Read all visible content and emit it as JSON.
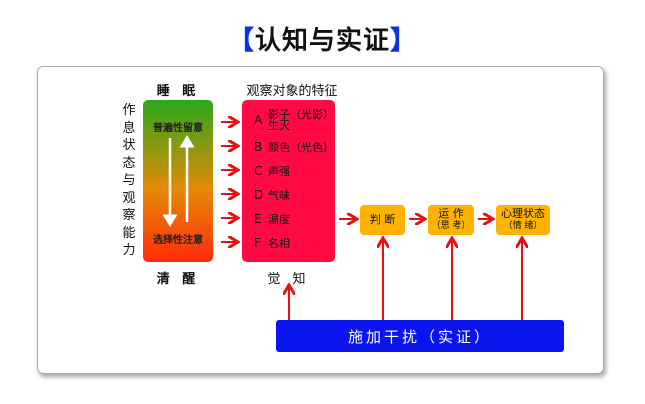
{
  "title": {
    "open": "【",
    "text": "认知与实证",
    "close": "】"
  },
  "left": {
    "top_label": "睡 眠",
    "bottom_label": "清 醒",
    "vertical_label": "作息状态与观察能力",
    "top_text": "普遍性留意",
    "bottom_text": "选择性注意"
  },
  "features": {
    "title": "观察对象的特征",
    "bottom_label": "觉 知",
    "items": [
      {
        "key": "A",
        "text": "影子（光影）生灭"
      },
      {
        "key": "B",
        "text": "颜色（光色）"
      },
      {
        "key": "C",
        "text": "声强"
      },
      {
        "key": "D",
        "text": "气味"
      },
      {
        "key": "E",
        "text": "温度"
      },
      {
        "key": "F",
        "text": "名相"
      }
    ]
  },
  "steps": [
    {
      "label": "判 断",
      "sub": ""
    },
    {
      "label": "运 作",
      "sub": "（思 考）"
    },
    {
      "label": "心理状态",
      "sub": "（情 绪）"
    }
  ],
  "intervention": "施加干扰（实证）",
  "colors": {
    "arrow": "#e81010",
    "bar": "#0a14ee",
    "box": "#ffb200",
    "red": "#ff0a44"
  }
}
